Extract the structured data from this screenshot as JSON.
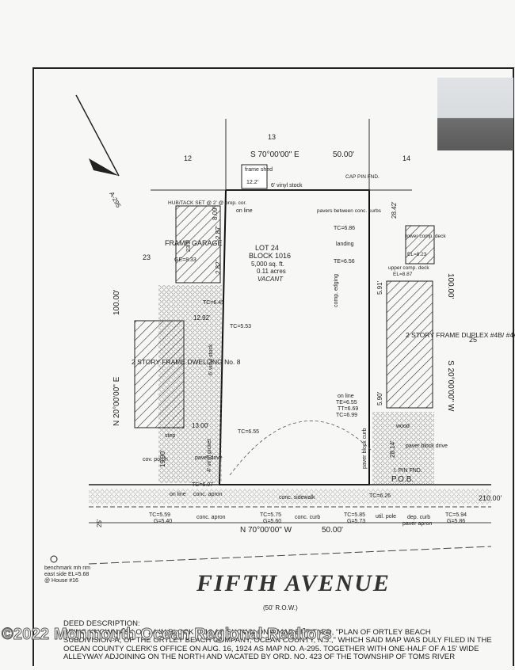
{
  "survey": {
    "tax_map_ref": "A-295",
    "lot_label": "LOT 24",
    "block_label": "BLOCK 1016",
    "area_sqft": "5,000 sq. ft.",
    "area_acres": "0.11 acres",
    "status": "VACANT",
    "adjacent_lot_north": "13",
    "adjacent_lot_nw": "12",
    "adjacent_lot_ne": "14",
    "adjacent_lot_west": "23",
    "adjacent_lot_east": "25",
    "north_bearing": "S 70°00'00\" E",
    "north_distance": "50.00'",
    "south_bearing": "N 70°00'00\" W",
    "south_distance": "50.00'",
    "west_bearing": "N 20°00'00\" E",
    "west_distance": "100.00'",
    "east_bearing": "S 20°00'00\" W",
    "east_distance": "100.00'",
    "street_offset": "210.00'",
    "row_width": "25'",
    "pob": "P.O.B.",
    "street_name": "FIFTH AVENUE",
    "street_row": "(50' R.O.W.)",
    "frame_shed": "frame shed",
    "shed_dim": "12.2'",
    "vinyl_stock_north": "6' vinyl stock",
    "vinyl_stock_west": "6' vinyl stock",
    "vinyl_picket": "4' vinyl picket",
    "hub_tack": "HUB/TACK SET @ 2' @ prop. cor.",
    "cap_pin": "CAP PIN FND.",
    "pin_fnd": "I. PIN FND.",
    "pavers_between": "pavers between conc. curbs",
    "frame_garage": "FRAME GARAGE",
    "garage_ge": "GE=8.33",
    "dwelling_left": "2 STORY FRAME DWELLING No. 8",
    "duplex_right": "2 STORY FRAME DUPLEX #4B/ #4A",
    "lower_deck": "lower comp. deck",
    "lower_deck_el": "EL=8.23",
    "upper_deck": "upper comp. deck",
    "upper_deck_el": "EL=8.87",
    "landing": "landing",
    "comp_edging": "comp. edging",
    "conc_apron": "conc. apron",
    "conc_sidewalk": "conc. sidewalk",
    "conc_curb": "conc. curb",
    "dep_curb": "dep. curb",
    "paver_apron": "paver apron",
    "util_pole": "util. pole",
    "cov_porch": "cov. porch",
    "step": "step",
    "on_line": "on line",
    "paver_drive": "paver drive",
    "paver_block_drive": "paver block drive",
    "paver_block_curb": "paver block curb",
    "wood": "wood",
    "benchmark": "benchmark mh rim east side EL=5.68 @ House #16",
    "dims": {
      "d_1": "28.42'",
      "d_2": "5.91'",
      "d_3": "5.90'",
      "d_4": "28.14'",
      "d_5": "8.09'",
      "d_6": "2.87'",
      "d_7": "2.82'",
      "d_8": "12.92'",
      "d_9": "13.00'",
      "d_10": "19.90'",
      "d_11": "23.3'"
    },
    "elev": {
      "tc_645": "TC=6.45",
      "tc_653": "TC=5.53",
      "tc_655": "TC=6.55",
      "tc_686": "TC=6.86",
      "te_656": "TE=6.56",
      "te_655": "TE=6.55",
      "tt_669": "TT=6.69",
      "tc_699": "TC=6.99",
      "tc_607": "TC=6.07",
      "tc_626": "TC=6.26",
      "tc_559": "TC=5.59",
      "g_540": "G=5.40",
      "tc_575": "TC=5.75",
      "g_560": "G=5.60",
      "tc_585": "TC=5.85",
      "g_573": "G=5.73",
      "tc_594": "TC=5.94",
      "g_586": "G=5.86"
    }
  },
  "deed": {
    "heading": "DEED DESCRIPTION:",
    "line_1": "BEING KNOWN AS LOT 24 IN BLOCK 1016 AS SHOWN ON A MAP ENTITLED, \"PLAN OF ORTLEY BEACH",
    "line_2": "SUBDIVISION-A, OF THE ORTLEY BEACH COMPANY, OCEAN COUNTY, N.J.,\" WHICH SAID MAP WAS DULY FILED IN THE",
    "line_3": "OCEAN COUNTY CLERK'S OFFICE ON AUG. 16, 1924 AS MAP NO. A-295. TOGETHER WITH ONE-HALF OF A 15' WIDE",
    "line_4": "ALLEYWAY ADJOINING ON THE NORTH AND VACATED BY ORD. NO. 423 OF THE TOWNSHIP OF TOMS RIVER"
  },
  "watermark": "©2022 Monmouth Ocean Regional Realtors"
}
